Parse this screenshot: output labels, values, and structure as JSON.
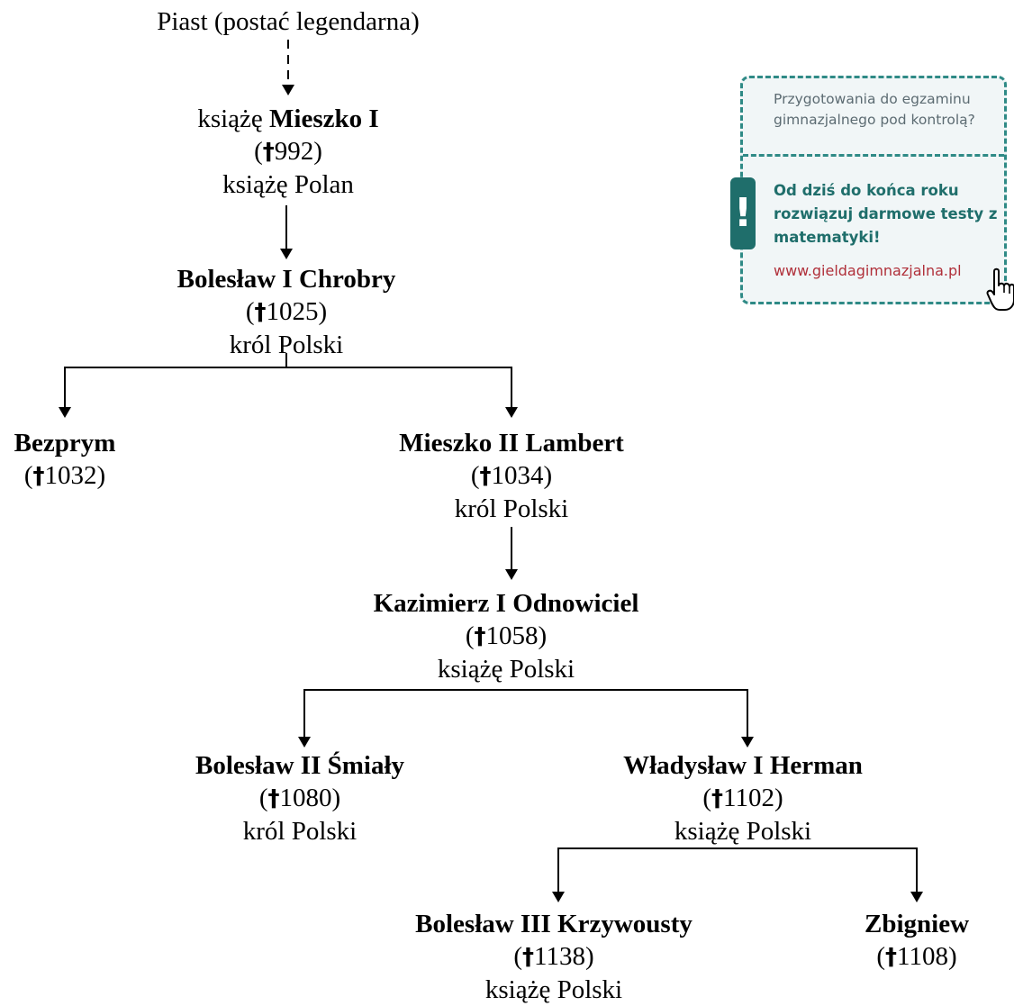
{
  "tree": {
    "piast": "Piast (postać legendarna)",
    "mieszko1": {
      "prefix": "książę ",
      "name": "Mieszko I",
      "death": "992",
      "title": "książę Polan"
    },
    "boleslaw1": {
      "name": "Bolesław I Chrobry",
      "death": "1025",
      "title": "król Polski"
    },
    "bezprym": {
      "name": "Bezprym",
      "death": "1032"
    },
    "mieszko2": {
      "name": "Mieszko II Lambert",
      "death": "1034",
      "title": "król Polski"
    },
    "kazimierz1": {
      "name": "Kazimierz I Odnowiciel",
      "death": "1058",
      "title": "książę Polski"
    },
    "boleslaw2": {
      "name": "Bolesław II Śmiały",
      "death": "1080",
      "title": "król Polski"
    },
    "wladyslaw1": {
      "name": "Władysław I Herman",
      "death": "1102",
      "title": "książę Polski"
    },
    "boleslaw3": {
      "name": "Bolesław III Krzywousty",
      "death": "1138",
      "title": "książę Polski"
    },
    "zbigniew": {
      "name": "Zbigniew",
      "death": "1108"
    }
  },
  "ad": {
    "top_text": "Przygotowania do egzaminu gimnazjalnego pod kontrolą?",
    "exclamation": "!",
    "main_text": "Od dziś do końca roku rozwiązuj darmowe testy z matematyki!",
    "link": "www.gieldagimnazjalna.pl",
    "icon": "hand-pointer-icon",
    "border_color": "#2f8a86",
    "accent_color": "#1f6e6b",
    "link_color": "#b0303a"
  }
}
